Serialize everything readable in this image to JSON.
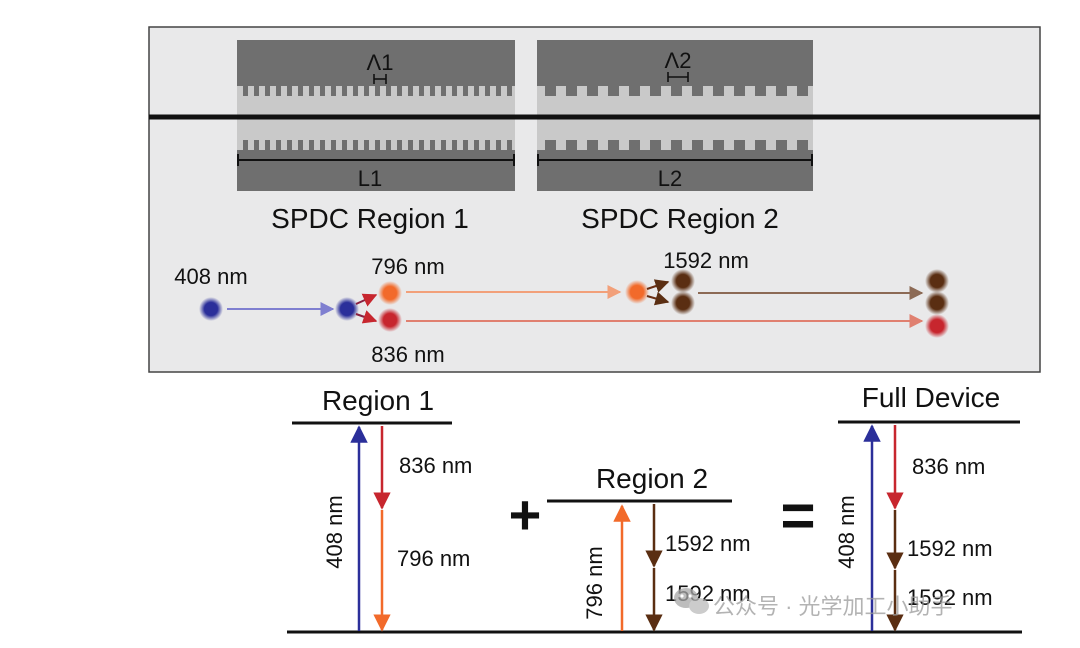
{
  "top_panel": {
    "grating1": {
      "period_label": "Λ1",
      "length_label": "L1",
      "caption": "SPDC Region 1"
    },
    "grating2": {
      "period_label": "Λ2",
      "length_label": "L2",
      "caption": "SPDC Region 2"
    },
    "photons": {
      "pump_label": "408 nm",
      "signal1_label": "796 nm",
      "idler1_label": "836 nm",
      "cascade_label": "1592 nm"
    }
  },
  "energy_diagrams": {
    "region1": {
      "title": "Region 1",
      "pump": "408 nm",
      "down1": "836 nm",
      "down2": "796 nm"
    },
    "plus": "+",
    "region2": {
      "title": "Region 2",
      "pump": "796 nm",
      "down1": "1592 nm",
      "down2": "1592 nm"
    },
    "equals": "=",
    "full": {
      "title": "Full Device",
      "pump": "408 nm",
      "down1": "836 nm",
      "down2": "1592 nm",
      "down3": "1592 nm"
    }
  },
  "watermark": {
    "text": "公众号 · 光学加工小助手",
    "icon": "wechat-icon"
  },
  "colors": {
    "pump_blue": "#2b2f9a",
    "orange": "#f26a2a",
    "red": "#c7262e",
    "brown": "#5a2e12",
    "panel_bg": "#e9e9ea",
    "grating": "#6f6f6f"
  }
}
